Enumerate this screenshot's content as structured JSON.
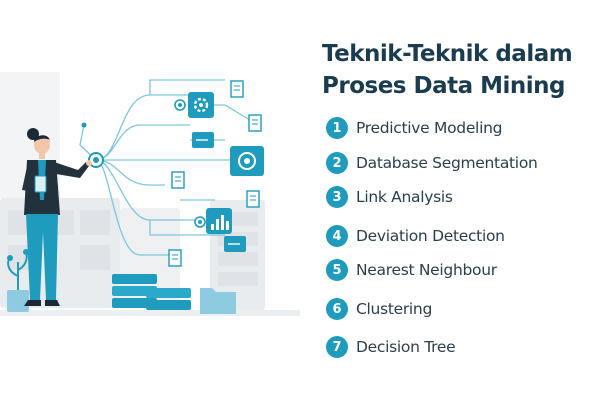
{
  "title": {
    "line1": "Teknik-Teknik dalam",
    "line2": "Proses Data Mining"
  },
  "techniques": [
    {
      "number": "1",
      "label": "Predictive Modeling"
    },
    {
      "number": "2",
      "label": "Database Segmentation"
    },
    {
      "number": "3",
      "label": "Link Analysis"
    },
    {
      "number": "4",
      "label": "Deviation Detection"
    },
    {
      "number": "5",
      "label": "Nearest Neighbour"
    },
    {
      "number": "6",
      "label": "Clustering"
    },
    {
      "number": "7",
      "label": "Decision Tree"
    }
  ],
  "colors": {
    "accent": "#1e9bbd",
    "title": "#1b3b4f",
    "text": "#2a3f4d"
  },
  "icons": [
    "woman-presenter-illustration",
    "gear-icon",
    "chart-icon",
    "document-icon",
    "database-icon",
    "folder-icon",
    "plant-icon"
  ]
}
